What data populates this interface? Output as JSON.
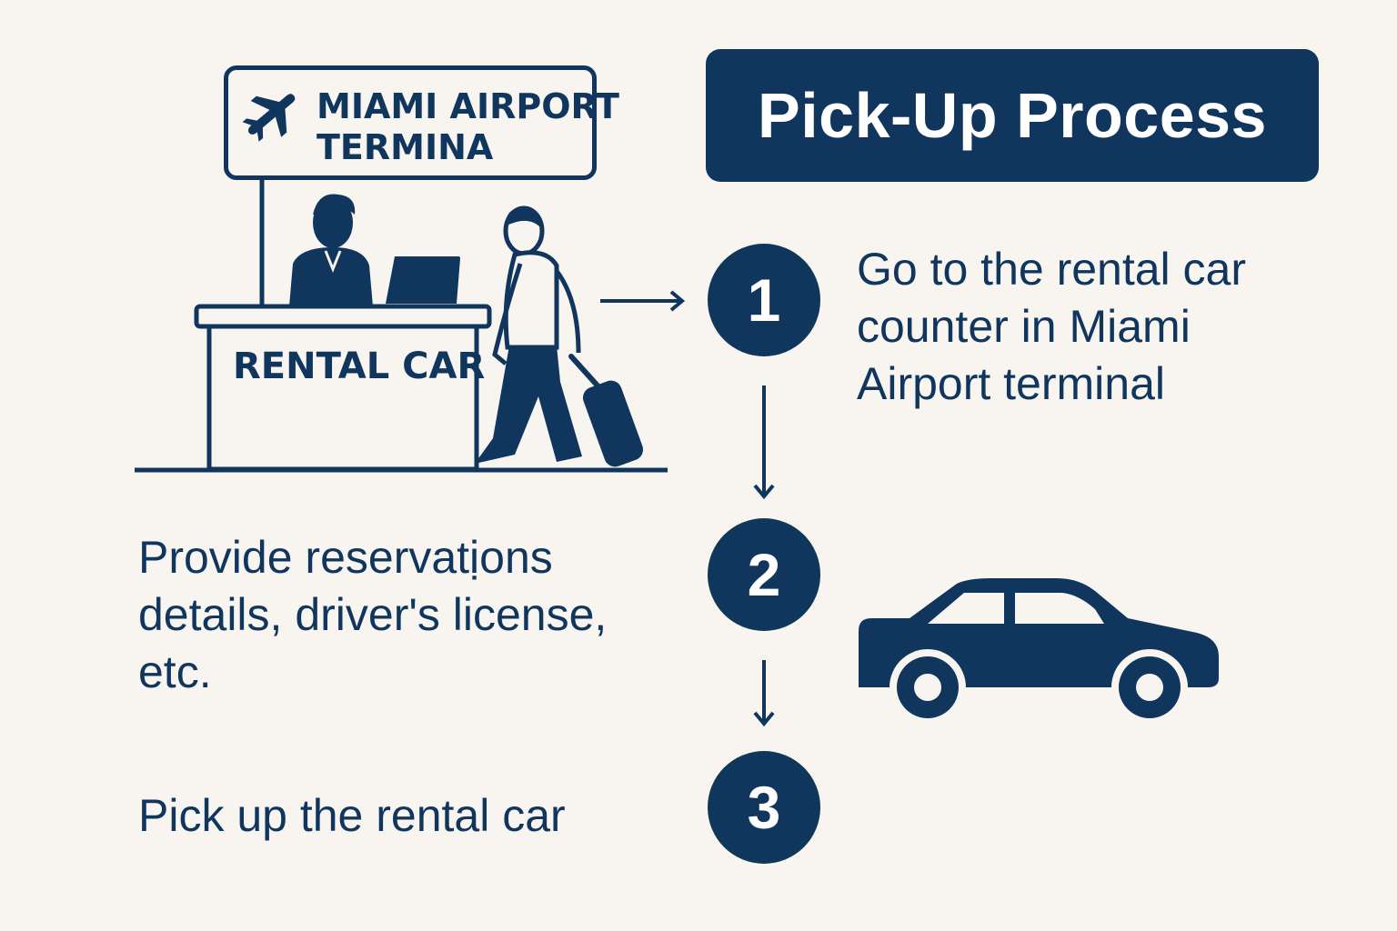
{
  "title": "Pick-Up Process",
  "sign": {
    "line1": "MIAMI AIRPORT",
    "line2": "TERMINA",
    "icon": "airplane-icon"
  },
  "counter": {
    "label": "RENTAL CAR"
  },
  "steps": [
    {
      "number": "1",
      "text": [
        "Go to the rental car",
        "counter in Miami",
        "Airport terminal"
      ]
    },
    {
      "number": "2",
      "text": [
        "Provide reservatịons",
        "details, driver's license,",
        "etc."
      ]
    },
    {
      "number": "3",
      "text": [
        "Pick up the rental car"
      ]
    }
  ],
  "colors": {
    "navy": "#10365e",
    "background": "#f8f4ef"
  }
}
